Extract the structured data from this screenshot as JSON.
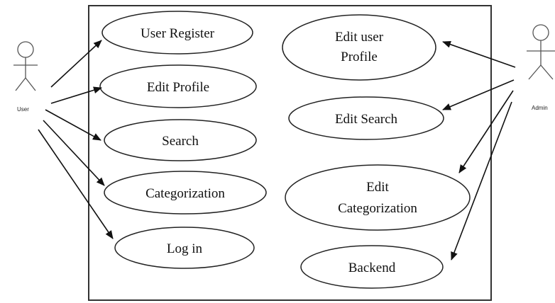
{
  "diagram": {
    "actors": {
      "user": {
        "label": "User"
      },
      "admin": {
        "label": "Admin"
      }
    },
    "use_cases": {
      "user_register": "User Register",
      "edit_profile": "Edit Profile",
      "search": "Search",
      "categorization": "Categorization",
      "log_in": "Log in",
      "edit_user_profile_line1": "Edit user",
      "edit_user_profile_line2": "Profile",
      "edit_search": "Edit Search",
      "edit_categorization_line1": "Edit",
      "edit_categorization_line2": "Categorization",
      "backend": "Backend"
    },
    "associations": [
      {
        "from": "User",
        "to": "User Register"
      },
      {
        "from": "User",
        "to": "Edit Profile"
      },
      {
        "from": "User",
        "to": "Search"
      },
      {
        "from": "User",
        "to": "Categorization"
      },
      {
        "from": "User",
        "to": "Log in"
      },
      {
        "from": "Admin",
        "to": "Edit user Profile"
      },
      {
        "from": "Admin",
        "to": "Edit Search"
      },
      {
        "from": "Admin",
        "to": "Edit Categorization"
      },
      {
        "from": "Admin",
        "to": "Backend"
      }
    ]
  }
}
